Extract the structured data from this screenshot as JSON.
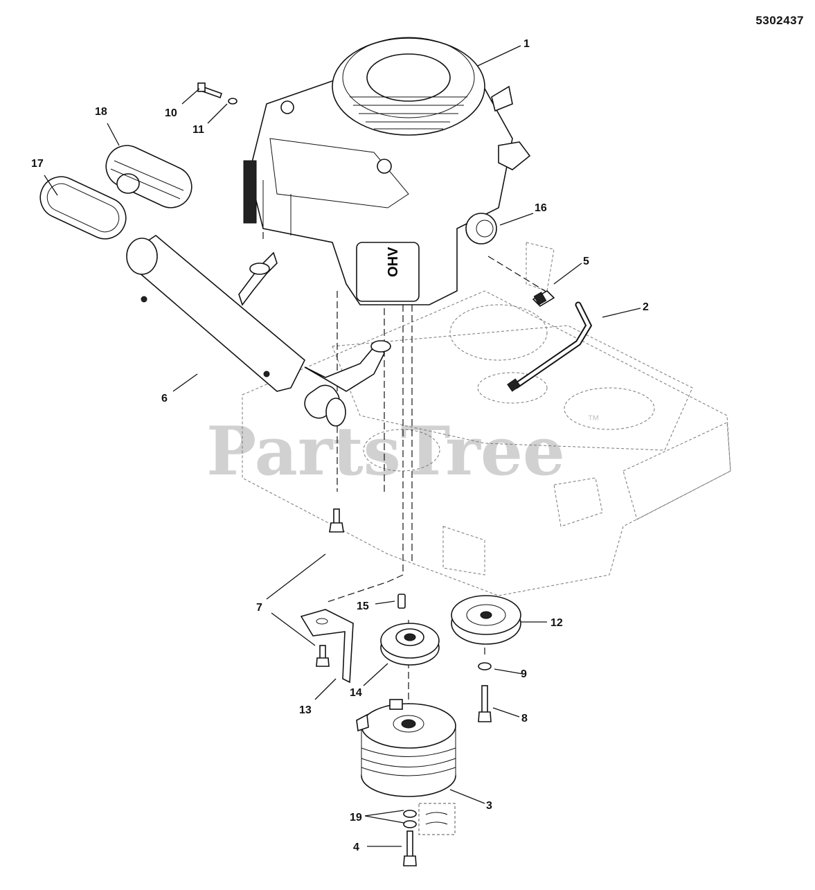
{
  "diagram": {
    "number": "5302437",
    "watermark": "PartsTree",
    "watermark_mark": "™"
  },
  "callouts": [
    {
      "id": "1",
      "label": "1"
    },
    {
      "id": "2",
      "label": "2"
    },
    {
      "id": "3",
      "label": "3"
    },
    {
      "id": "4",
      "label": "4"
    },
    {
      "id": "5",
      "label": "5"
    },
    {
      "id": "6",
      "label": "6"
    },
    {
      "id": "7a",
      "label": "7"
    },
    {
      "id": "8",
      "label": "8"
    },
    {
      "id": "9",
      "label": "9"
    },
    {
      "id": "10",
      "label": "10"
    },
    {
      "id": "11",
      "label": "11"
    },
    {
      "id": "12",
      "label": "12"
    },
    {
      "id": "13",
      "label": "13"
    },
    {
      "id": "14",
      "label": "14"
    },
    {
      "id": "15",
      "label": "15"
    },
    {
      "id": "16",
      "label": "16"
    },
    {
      "id": "17",
      "label": "17"
    },
    {
      "id": "18",
      "label": "18"
    },
    {
      "id": "19",
      "label": "19"
    }
  ],
  "engine_badge": "OHV"
}
